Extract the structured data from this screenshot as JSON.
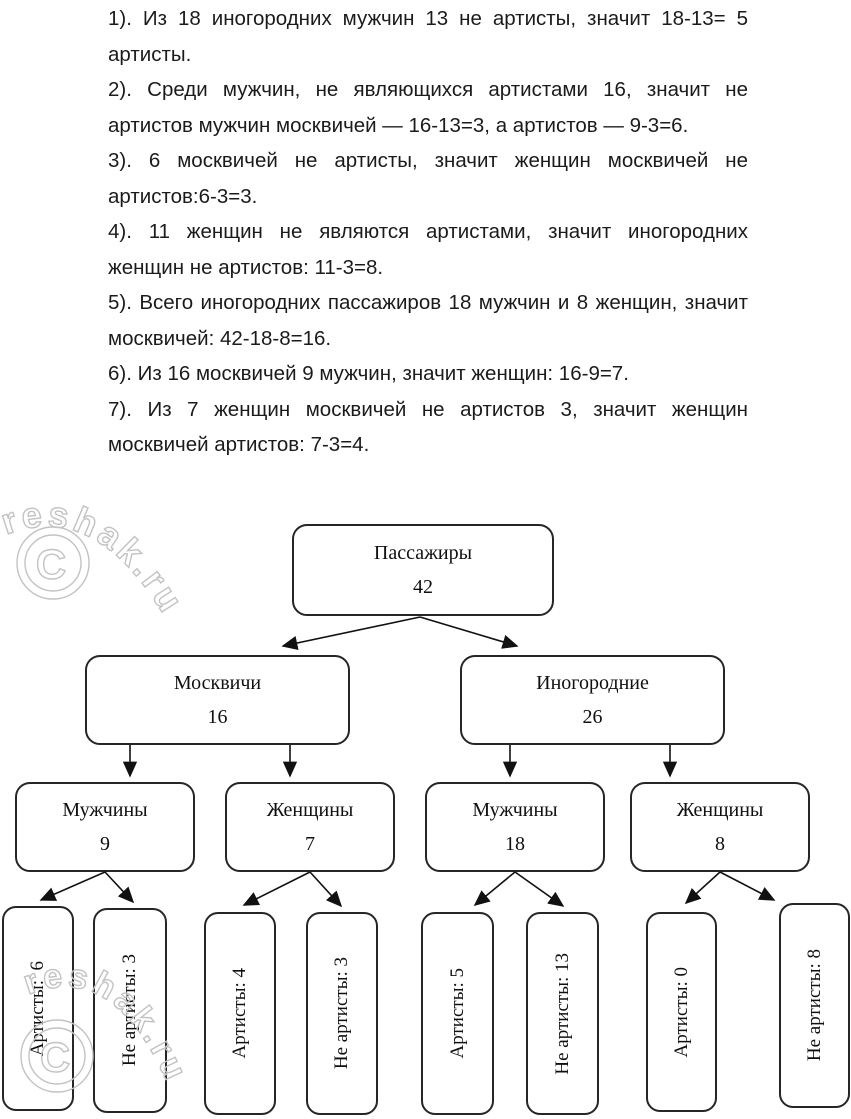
{
  "solution_steps": [
    "1). Из 18 иногородних мужчин 13 не артисты, значит 18-13= 5 артисты.",
    "2). Среди мужчин, не являющихся артистами 16, значит не артистов мужчин москвичей — 16-13=3, а артистов — 9-3=6.",
    "3). 6 москвичей не артисты, значит женщин москвичей не артистов:6-3=3.",
    "4). 11 женщин не являются артистами, значит иногородних женщин не артистов: 11-3=8.",
    "5). Всего иногородних пассажиров 18 мужчин и 8 женщин, значит москвичей: 42-18-8=16.",
    "6). Из 16 москвичей 9 мужчин, значит женщин: 16-9=7.",
    "7). Из 7 женщин москвичей не артистов 3, значит женщин москвичей артистов: 7-3=4."
  ],
  "watermark": {
    "text": "reshak.ru",
    "symbol": "C"
  },
  "tree": {
    "root": {
      "label": "Пассажиры",
      "value": "42"
    },
    "level2": [
      {
        "label": "Москвичи",
        "value": "16"
      },
      {
        "label": "Иногородние",
        "value": "26"
      }
    ],
    "level3": [
      {
        "label": "Мужчины",
        "value": "9"
      },
      {
        "label": "Женщины",
        "value": "7"
      },
      {
        "label": "Мужчины",
        "value": "18"
      },
      {
        "label": "Женщины",
        "value": "8"
      }
    ],
    "level4": [
      {
        "label": "Артисты:  6"
      },
      {
        "label": "Не артисты: 3"
      },
      {
        "label": "Артисты: 4"
      },
      {
        "label": "Не артисты: 3"
      },
      {
        "label": "Артисты: 5"
      },
      {
        "label": "Не артисты: 13"
      },
      {
        "label": "Артисты: 0"
      },
      {
        "label": "Не артисты: 8"
      }
    ]
  }
}
